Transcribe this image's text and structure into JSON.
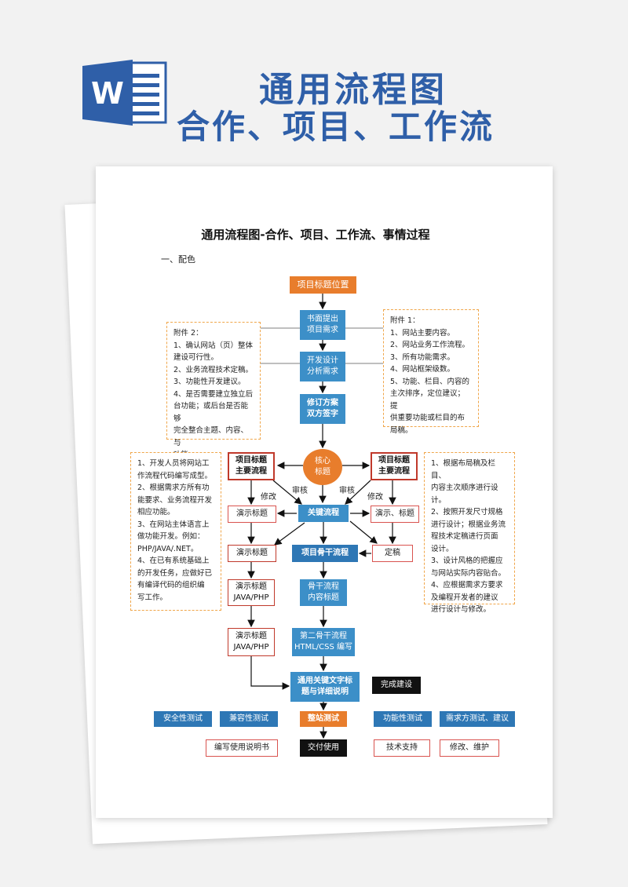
{
  "banner": {
    "title": "通用流程图",
    "subtitle": "合作、项目、工作流",
    "icon": "word-icon"
  },
  "document": {
    "title": "通用流程图-合作、项目、工作流、事情过程",
    "section": "一、配色"
  },
  "flow": {
    "project_title_position": "项目标题位置",
    "written_request": [
      "书面提出",
      "项目需求"
    ],
    "dev_design": [
      "开发设计",
      "分析需求"
    ],
    "revise_plan": [
      "修订方案",
      "双方签字"
    ],
    "core_title": [
      "核心",
      "标题"
    ],
    "main_flow_left": [
      "项目标题",
      "主要流程"
    ],
    "main_flow_right": [
      "项目标题",
      "主要流程"
    ],
    "modify_left": "修改",
    "review_left": "审核",
    "review_right": "审核",
    "modify_right": "修改",
    "demo_title_left": "演示标题",
    "key_flow": "关键流程",
    "demo_title_right": "演示、标题",
    "demo_title_left2": "演示标题",
    "backbone_flow": "项目骨干流程",
    "finalize": "定稿",
    "demo_java_1": [
      "演示标题",
      "JAVA/PHP"
    ],
    "backbone_content": [
      "骨干流程",
      "内容标题"
    ],
    "demo_java_2": [
      "演示标题",
      "JAVA/PHP"
    ],
    "second_backbone": [
      "第二骨干流程",
      "HTML/CSS 编写"
    ],
    "general_key_text": [
      "通用关键文字标",
      "题与详细说明"
    ],
    "complete_build": "完成建设",
    "security_test": "安全性测试",
    "compat_test": "兼容性测试",
    "full_site_test": "整站测试",
    "function_test": "功能性测试",
    "demand_test": "需求方测试、建议",
    "write_manual": "编写使用说明书",
    "delivery": "交付使用",
    "tech_support": "技术支持",
    "modify_maintain": "修改、维护"
  },
  "notes": {
    "attachment2": [
      "附件 2：",
      "1、确认网站（页）整体",
      "建设可行性。",
      "2、业务流程技术定稿。",
      "3、功能性开发建议。",
      "4、是否需要建立独立后",
      "台功能；或后台是否能够",
      "完全整合主题、内容、与",
      "功能。"
    ],
    "attachment1": [
      "附件 1：",
      "1、网站主要内容。",
      "2、网站业务工作流程。",
      "3、所有功能需求。",
      "4、网站框架级数。",
      "5、功能、栏目、内容的",
      "主次排序，定位建议；提",
      "供重要功能或栏目的布",
      "局稿。"
    ],
    "left_dev": [
      "1、开发人员将网站工",
      "作流程代码编写成型。",
      "2、根据需求方所有功",
      "能要求、业务流程开发",
      "相应功能。",
      "3、在网站主体语言上",
      "做功能开发。例如：",
      "PHP/JAVA/.NET。",
      "4、在已有系统基础上",
      "的开发任务，应做好已",
      "有编译代码的组织编",
      "写工作。"
    ],
    "right_design": [
      "1、根据布局稿及栏目、",
      "内容主次顺序进行设计。",
      "2、按照开发尺寸规格",
      "进行设计；根据业务流",
      "程技术定稿进行页面",
      "设计。",
      "3、设计风格的把握应",
      "与网站实际内容贴合。",
      "4、应根据需求方要求",
      "及编程开发者的建议",
      "进行设计与修改。"
    ]
  },
  "colors": {
    "brand": "#2f5fa8",
    "orange": "#e87d2c",
    "blue": "#3c8fc8",
    "red": "#c0392b",
    "note_border": "#f0a64a"
  }
}
